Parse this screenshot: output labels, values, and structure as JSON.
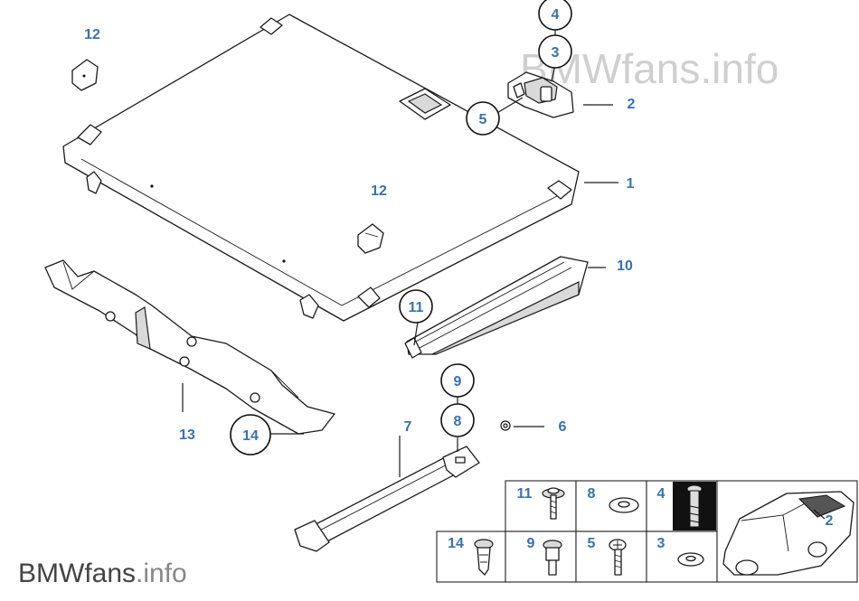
{
  "watermark": {
    "brand": "BMWfans",
    "suffix": ".info"
  },
  "callouts": {
    "c1": "1",
    "c2": "2",
    "c3": "3",
    "c4": "4",
    "c5": "5",
    "c6": "6",
    "c7": "7",
    "c8": "8",
    "c9": "9",
    "c10": "10",
    "c11": "11",
    "c12a": "12",
    "c12b": "12",
    "c13": "13",
    "c14": "14"
  },
  "legend": {
    "cells": [
      {
        "label": "11",
        "icon": "screw-washer-icon"
      },
      {
        "label": "8",
        "icon": "washer-icon"
      },
      {
        "label": "4",
        "icon": "bolt-icon"
      },
      {
        "label": "14",
        "icon": "expanding-rivet-icon"
      },
      {
        "label": "9",
        "icon": "collar-screw-icon"
      },
      {
        "label": "5",
        "icon": "torx-screw-icon"
      },
      {
        "label": "3",
        "icon": "washer-icon"
      }
    ],
    "car_label": "2"
  }
}
